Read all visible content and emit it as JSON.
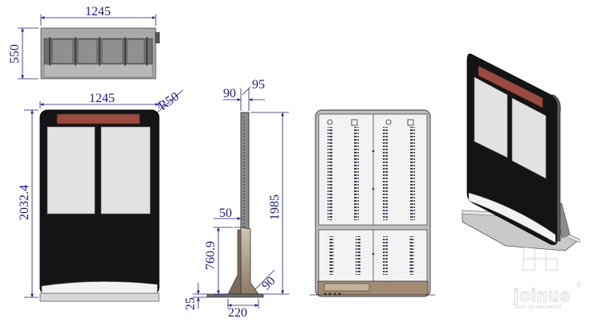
{
  "dimensions": {
    "top_width": "1245",
    "top_depth": "550",
    "front_width": "1245",
    "corner_radius": "R50",
    "front_height": "2032.4",
    "side_thickness_a": "90",
    "side_thickness_b": "95",
    "side_height": "1985",
    "base_offset": "50",
    "base_height": "760.9",
    "base_angle": "90",
    "base_thickness": "25",
    "base_length": "220"
  },
  "watermark": {
    "brand": "joinus",
    "registered": "®",
    "slogan": "Join us win world"
  },
  "colors": {
    "dimension": "#1a1aa6",
    "screen": "#e2e2e2",
    "frame": "#141414",
    "banner": "#9a4a3e",
    "base": "#c9c9c9"
  }
}
